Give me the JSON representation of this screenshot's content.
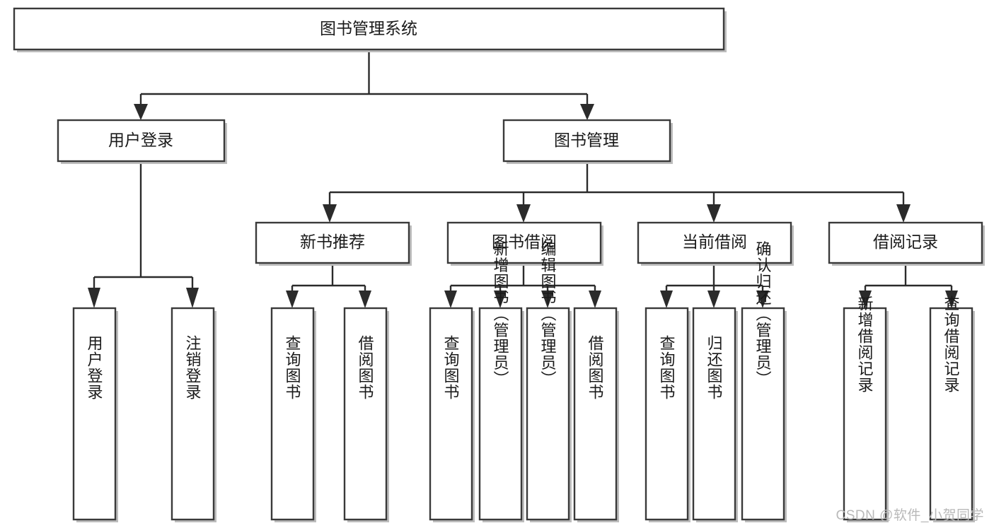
{
  "diagram": {
    "title_node": {
      "label": "图书管理系统"
    },
    "level2": [
      {
        "id": "user-login",
        "label": "用户登录"
      },
      {
        "id": "book-management",
        "label": "图书管理"
      }
    ],
    "level3": [
      {
        "id": "new-book-recommend",
        "label": "新书推荐"
      },
      {
        "id": "book-borrow",
        "label": "图书借阅"
      },
      {
        "id": "current-borrow",
        "label": "当前借阅"
      },
      {
        "id": "borrow-record",
        "label": "借阅记录"
      }
    ],
    "leaves": {
      "user_login": [
        {
          "id": "leaf-user-login",
          "label": "用户登录"
        },
        {
          "id": "leaf-logout-login",
          "label": "注销登录"
        }
      ],
      "new_book_recommend": [
        {
          "id": "leaf-query-book-1",
          "label": "查询图书"
        },
        {
          "id": "leaf-borrow-book-1",
          "label": "借阅图书"
        }
      ],
      "book_borrow": [
        {
          "id": "leaf-query-book-2",
          "label": "查询图书"
        },
        {
          "id": "leaf-add-book",
          "label": "新增图书（管理员）"
        },
        {
          "id": "leaf-edit-book",
          "label": "编辑图书（管理员）"
        },
        {
          "id": "leaf-borrow-book-2",
          "label": "借阅图书"
        }
      ],
      "current_borrow": [
        {
          "id": "leaf-query-book-3",
          "label": "查询图书"
        },
        {
          "id": "leaf-return-book",
          "label": "归还图书"
        },
        {
          "id": "leaf-confirm-return",
          "label": "确认归还（管理员）"
        }
      ],
      "borrow_record": [
        {
          "id": "leaf-add-record",
          "label": "新增借阅记录"
        },
        {
          "id": "leaf-query-record",
          "label": "查询借阅记录"
        }
      ]
    }
  },
  "watermark": {
    "text": "CSDN @软件_小贺同学"
  },
  "colors": {
    "box_stroke": "#3a3a3a",
    "line": "#2b2b2b",
    "text": "#1a1a1a",
    "background": "#ffffff",
    "watermark": "#b9b9b9"
  }
}
